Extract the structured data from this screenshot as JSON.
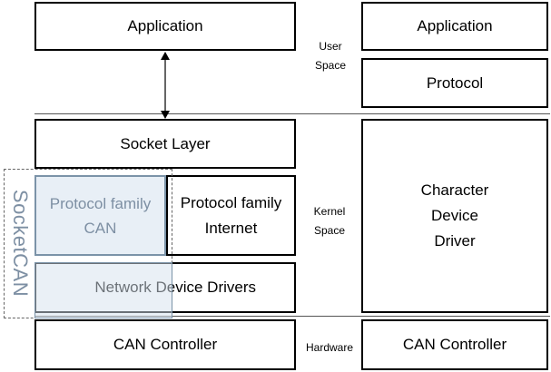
{
  "left_stack": {
    "application": "Application",
    "socket_layer": "Socket Layer",
    "protocol_family_internet": "Protocol family\nInternet",
    "network_device_drivers": "Network Device Drivers",
    "can_controller": "CAN Controller"
  },
  "right_stack": {
    "application": "Application",
    "protocol": "Protocol",
    "character_device_driver": "Character\nDevice\nDriver",
    "can_controller": "CAN Controller"
  },
  "layer_labels": {
    "user_space": "User\nSpace",
    "kernel_space": "Kernel\nSpace",
    "hardware": "Hardware"
  },
  "socketcan": {
    "label": "SocketCAN",
    "protocol_family_can": "Protocol family\nCAN"
  },
  "colors": {
    "box_border": "#000000",
    "overlay_border": "#7b93a8",
    "overlay_fill": "#d6e2ee",
    "overlay_text": "#7d8fa3"
  }
}
